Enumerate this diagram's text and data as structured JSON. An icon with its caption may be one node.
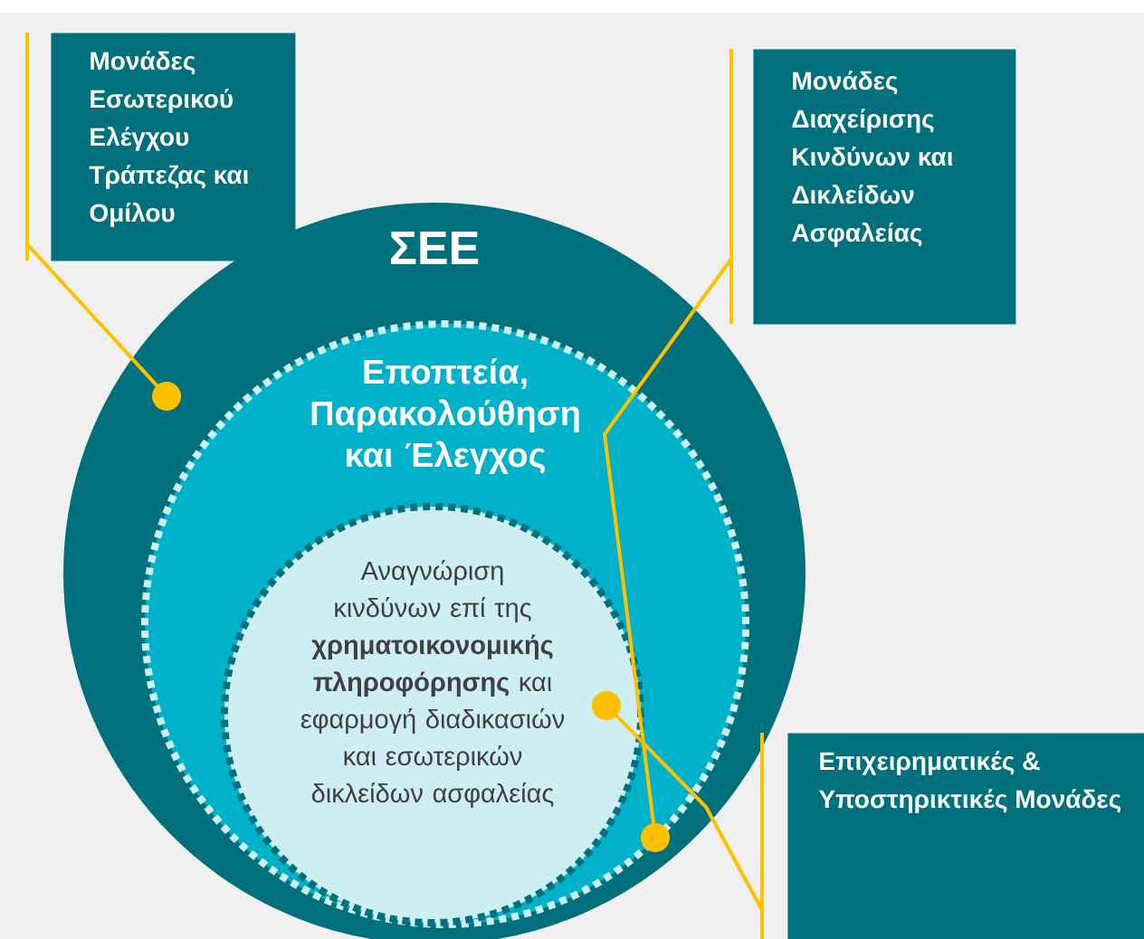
{
  "diagram": {
    "nodes": [
      {
        "text": [
          "ΣΕΕ"
        ]
      },
      {
        "text": [
          "Εποπτεία, Παρακολούθηση και Έλεγχος"
        ],
        "in": 0
      },
      {
        "text": [
          "Αναγνώριση κινδύνων επί της **χρηματοικονομικής πληροφόρησης** και εφαρμογή διαδικασιών και εσωτερικών δικλείδων ασφαλείας"
        ],
        "in": 1
      },
      {
        "text": [
          "Μονάδες Εσωτερικού Ελέγχου Τράπεζας και Ομίλου"
        ]
      },
      {
        "text": [
          "Μονάδες Διαχείρισης Κινδύνων και Δικλείδων Ασφαλείας"
        ]
      },
      {
        "text": [
          "Επιχειρηματικές & Υποστηρικτικές Μονάδες"
        ]
      }
    ],
    "edges": [
      {
        "from": 3,
        "to": 0,
        "arrow": "other"
      },
      {
        "from": 4,
        "to": 1,
        "arrow": "other"
      },
      {
        "from": 5,
        "to": 2,
        "arrow": "other"
      }
    ]
  }
}
